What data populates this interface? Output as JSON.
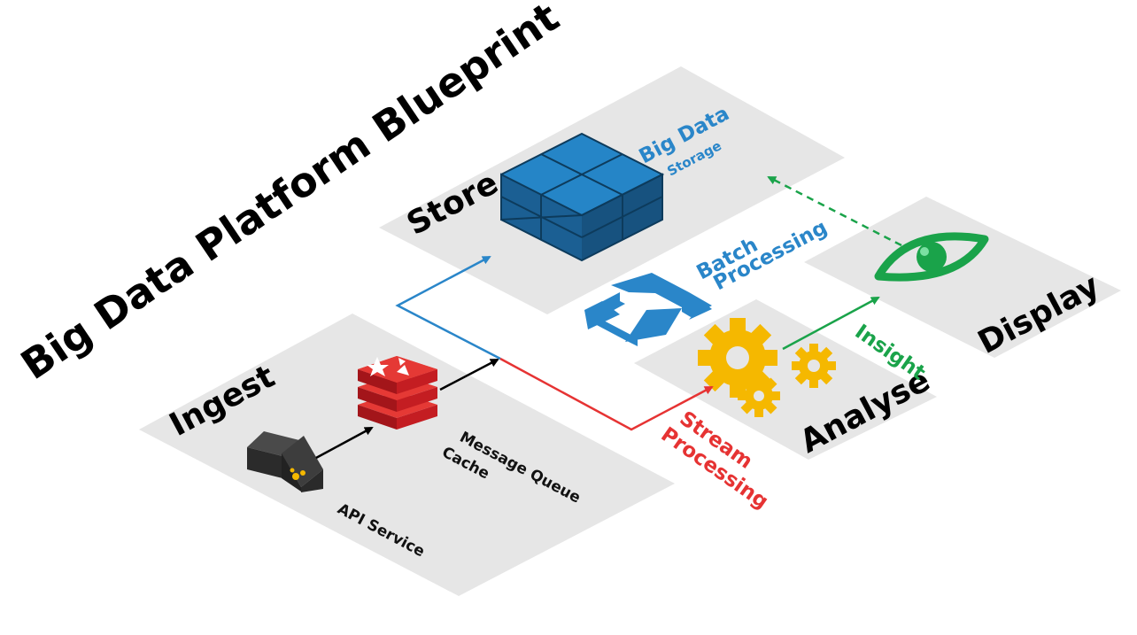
{
  "title": "Big Data Platform Blueprint",
  "zones": {
    "ingest": "Ingest",
    "store": "Store",
    "analyse": "Analyse",
    "display": "Display"
  },
  "components": {
    "api_service": "API Service",
    "message_queue_line1": "Message Queue",
    "message_queue_line2": "Cache",
    "big_data_line1": "Big Data",
    "big_data_line2": "Storage"
  },
  "flows": {
    "batch_line1": "Batch",
    "batch_line2": "Processing",
    "stream_line1": "Stream",
    "stream_line2": "Processing",
    "insight": "Insight"
  },
  "colors": {
    "zone_fill": "#e6e6e6",
    "batch": "#2a86c9",
    "stream": "#e63333",
    "insight": "#1aa34a",
    "gears": "#f5b800",
    "queue_red": "#d71f24",
    "storage_blue": "#2a86c9"
  },
  "icons": [
    "api-server-icon",
    "message-queue-icon",
    "storage-cube-icon",
    "batch-sync-icon",
    "gears-icon",
    "eye-icon"
  ]
}
